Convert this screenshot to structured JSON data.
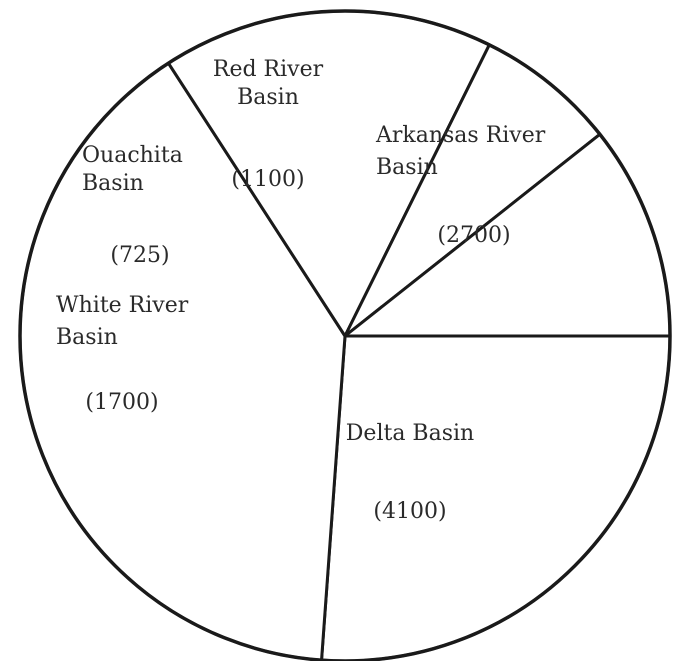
{
  "chart_data": {
    "type": "pie",
    "title": "",
    "slices": [
      {
        "label_lines": [
          "Arkansas River",
          "Basin"
        ],
        "value_label": "(2700)",
        "value": 2700
      },
      {
        "label_lines": [
          "Delta Basin"
        ],
        "value_label": "(4100)",
        "value": 4100
      },
      {
        "label_lines": [
          "White River",
          "Basin"
        ],
        "value_label": "(1700)",
        "value": 1700
      },
      {
        "label_lines": [
          "Ouachita",
          "Basin"
        ],
        "value_label": "(725)",
        "value": 725
      },
      {
        "label_lines": [
          "Red River",
          "Basin"
        ],
        "value_label": "(1100)",
        "value": 1100
      }
    ],
    "start_angle_deg": 0,
    "direction": "clockwise",
    "colors": {
      "fill": "#ffffff",
      "stroke": "#1a1a1a",
      "text": "#2a2a2a"
    }
  }
}
